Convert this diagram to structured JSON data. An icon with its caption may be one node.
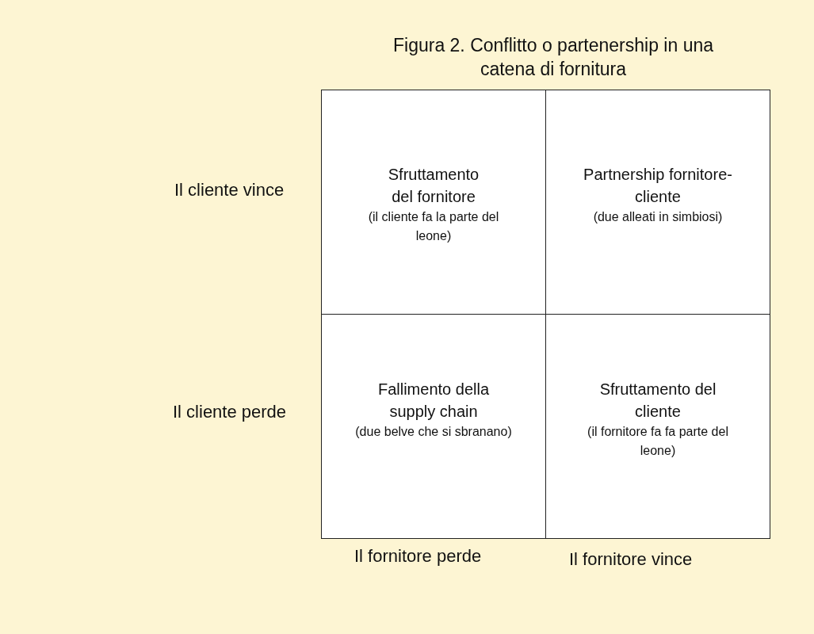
{
  "diagram": {
    "title": "Figura 2. Conflitto o partenership in una catena di fornitura",
    "nodes": [
      {
        "text": [
          "Sfruttamento del fornitore",
          "(il cliente fa la parte del leone)"
        ]
      },
      {
        "text": [
          "Partnership fornitore-cliente",
          "(due alleati in simbiosi)"
        ]
      },
      {
        "text": [
          "Fallimento della supply chain",
          "(due belve che si sbranano)"
        ]
      },
      {
        "text": [
          "Sfruttamento del cliente",
          "(il fornitore fa fa parte del leone)"
        ]
      }
    ],
    "labels": [
      "Il cliente vince",
      "Il cliente perde",
      "Il fornitore perde",
      "Il fornitore vince"
    ]
  }
}
